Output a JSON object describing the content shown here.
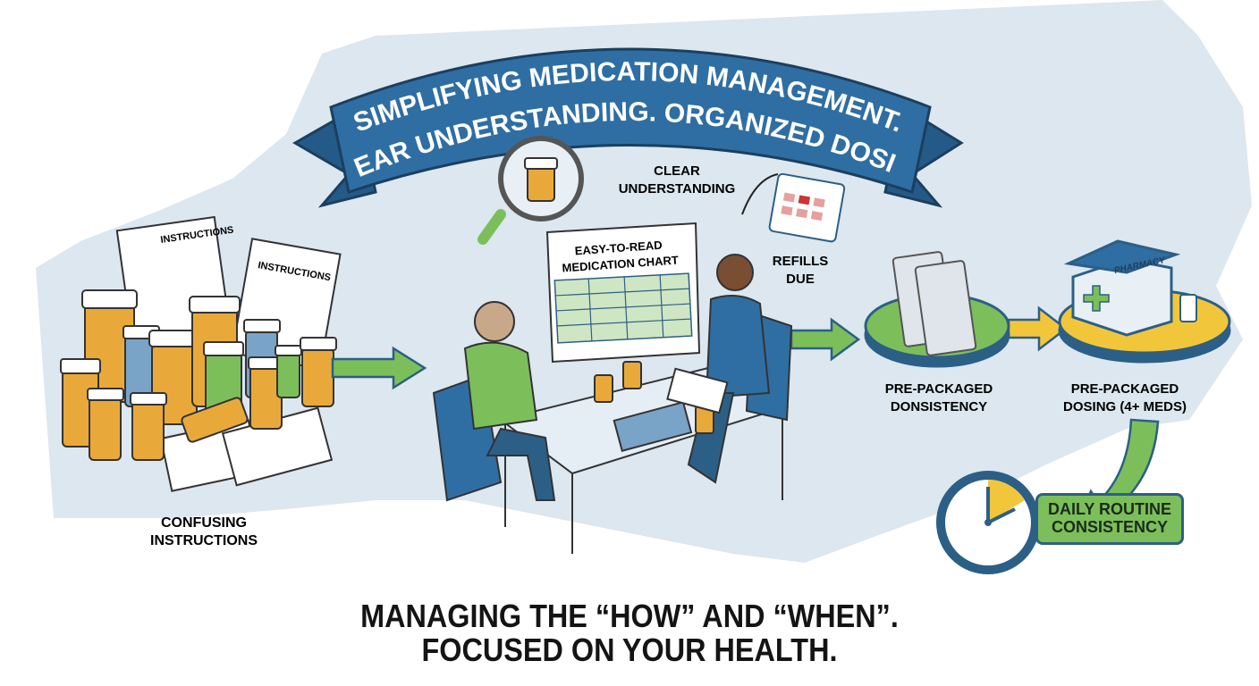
{
  "banner": {
    "line1": "SIMPLIFYING MEDICATION MANAGEMENT.",
    "line2": "CLEAR UNDERSTANDING. ORGANIZED DOSING."
  },
  "left": {
    "paper_label_1": "INSTRUCTIONS",
    "paper_label_2": "INSTRUCTIONS",
    "caption_line1": "CONFUSING",
    "caption_line2": "INSTRUCTIONS"
  },
  "center": {
    "clear_line1": "CLEAR",
    "clear_line2": "UNDERSTANDING",
    "chart_line1": "EASY-TO-READ",
    "chart_line2": "MEDICATION CHART",
    "refills_line1": "REFILLS",
    "refills_line2": "DUE"
  },
  "steps": {
    "packaged_line1": "PRE-PACKAGED",
    "packaged_line2": "DONSISTENCY",
    "pharmacy_sign": "PHARMACY",
    "dosing_line1": "PRE-PACKAGED",
    "dosing_line2": "DOSING (4+ MEDS)",
    "routine_line1": "DAILY ROUTINE",
    "routine_line2": "CONSISTENCY"
  },
  "footer": {
    "line1": "MANAGING THE “HOW” AND “WHEN”.",
    "line2": "FOCUSED ON YOUR HEALTH."
  },
  "colors": {
    "map": "#dce7ef",
    "banner": "#2f6ea3",
    "green": "#7cbf5a",
    "yellow": "#f2c63b",
    "navy": "#2c5f86"
  }
}
